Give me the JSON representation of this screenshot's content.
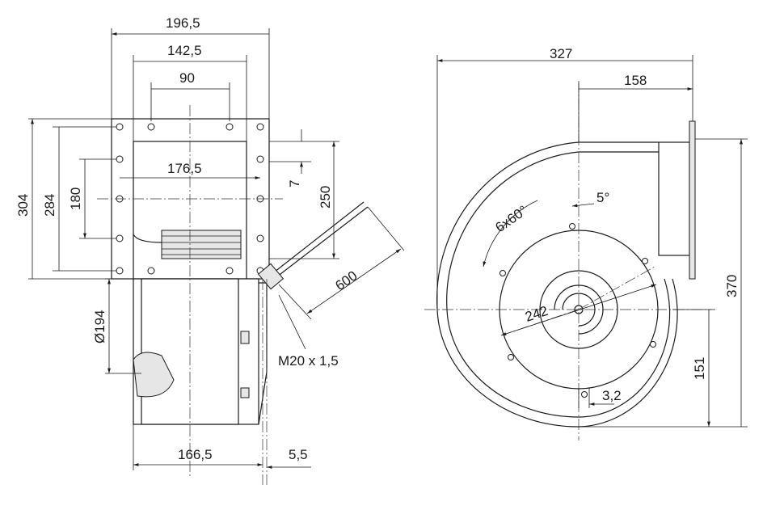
{
  "left_view": {
    "dims": {
      "overall_width": "196,5",
      "hole_spacing_outer": "142,5",
      "hole_spacing_inner": "90",
      "opening_width": "176,5",
      "overall_height": "304",
      "hole_height_outer": "284",
      "hole_height_inner": "180",
      "flange_offset": "7",
      "opening_height": "250",
      "cable_length": "600",
      "cable_gland": "M20 x 1,5",
      "motor_diameter": "Ø194",
      "body_width": "166,5",
      "plate_thickness": "5,5"
    }
  },
  "right_view": {
    "dims": {
      "overall_width": "327",
      "center_to_flange": "158",
      "hole_pattern": "6x60°",
      "angle": "5°",
      "bolt_circle": "242",
      "overall_height": "370",
      "center_height": "151",
      "slot_width": "3,2"
    }
  }
}
